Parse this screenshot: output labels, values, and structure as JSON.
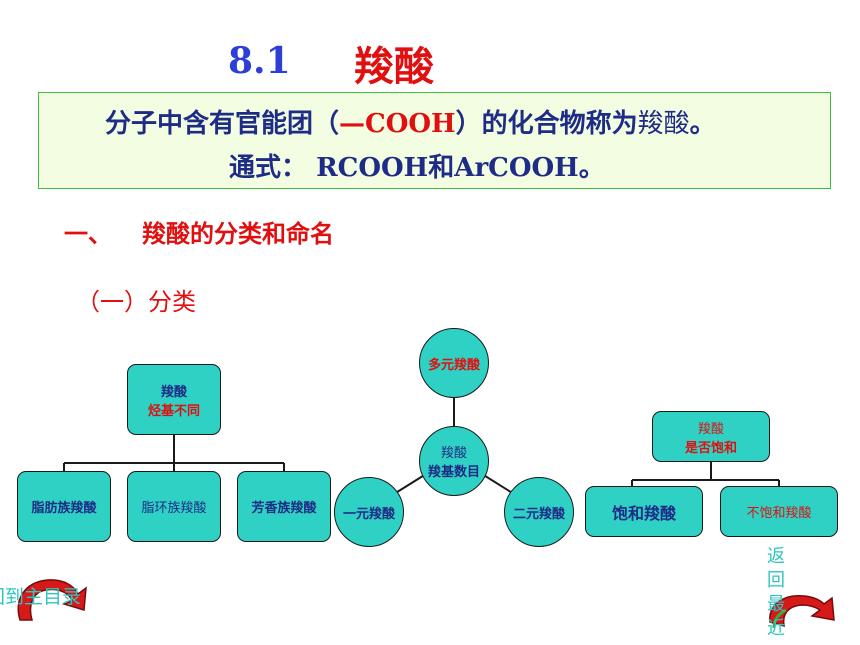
{
  "title": {
    "number": "8.1",
    "text": "羧酸"
  },
  "definition": {
    "line1_pre": "分子中含有官能团（",
    "line1_group": "—COOH",
    "line1_post": "）的化合物称为",
    "line1_term": "羧酸",
    "line1_end": "。",
    "line2_label": "通式：",
    "line2_formula1": "RCOOH",
    "line2_and": "和",
    "line2_formula2": "ArCOOH",
    "line2_end": "。"
  },
  "section1": {
    "number": "一、",
    "text": "羧酸的分类和命名"
  },
  "section2": {
    "text": "（一）分类"
  },
  "diagram_left": {
    "root_line1": "羧酸",
    "root_line2": "烃基不同",
    "children": [
      "脂肪族羧酸",
      "脂环族羧酸",
      "芳香族羧酸"
    ]
  },
  "diagram_center": {
    "center_line1": "羧酸",
    "center_line2": "羧基数目",
    "top": "多元羧酸",
    "left": "一元羧酸",
    "right": "二元羧酸"
  },
  "diagram_right": {
    "root_line1": "羧酸",
    "root_line2": "是否饱和",
    "children": [
      "饱和羧酸",
      "不饱和羧酸"
    ]
  },
  "nav": {
    "back_main": "回到主目录",
    "back_recent": [
      "返",
      "回",
      "最",
      "近"
    ]
  },
  "colors": {
    "title_blue": "#2d3fd6",
    "red": "#e01010",
    "navy": "#1f2c86",
    "node_fill": "#2ed1c4",
    "box_bg": "#f2fde2",
    "box_border": "#3fbf3f",
    "nav_text": "#2ec6c0"
  }
}
